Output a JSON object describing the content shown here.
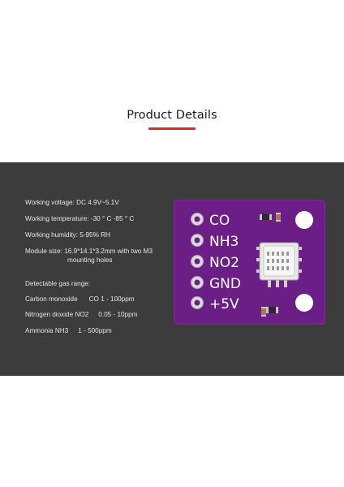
{
  "header": {
    "title": "Product Details",
    "accent_color": "#d62b2b"
  },
  "specs": {
    "voltage": "Working voltage: DC 4.9V~5.1V",
    "temperature": "Working temperature: -30 ° C -85 ° C",
    "humidity": "Working humidity: 5-95% RH",
    "module_size_line1": "Module size: 16.9*14.1*3.2mm with two M3",
    "module_size_line2": "mounting holes",
    "gas_range_heading": "Detectable gas range:"
  },
  "gases": [
    {
      "name": "Carbon monoxide",
      "range": "CO 1 - 100ppm"
    },
    {
      "name": "Nitrogen dioxide NO2",
      "range": "0.05 - 10ppm"
    },
    {
      "name": "Ammonia NH3",
      "range": "1 - 500ppm"
    }
  ],
  "board": {
    "pins": [
      "CO",
      "NH3",
      "NO2",
      "GND",
      "+5V"
    ],
    "pcb_color": "#6b1e86"
  }
}
